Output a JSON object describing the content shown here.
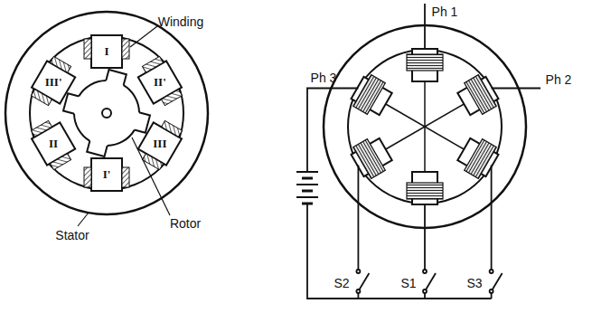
{
  "diagram": {
    "labels": [
      "Winding",
      "I",
      "III'",
      "II'",
      "II",
      "III",
      "I'",
      "Rotor",
      "Stator",
      "Ph 1",
      "Ph 3",
      "Ph 2",
      "S2",
      "S1",
      "S3"
    ]
  }
}
